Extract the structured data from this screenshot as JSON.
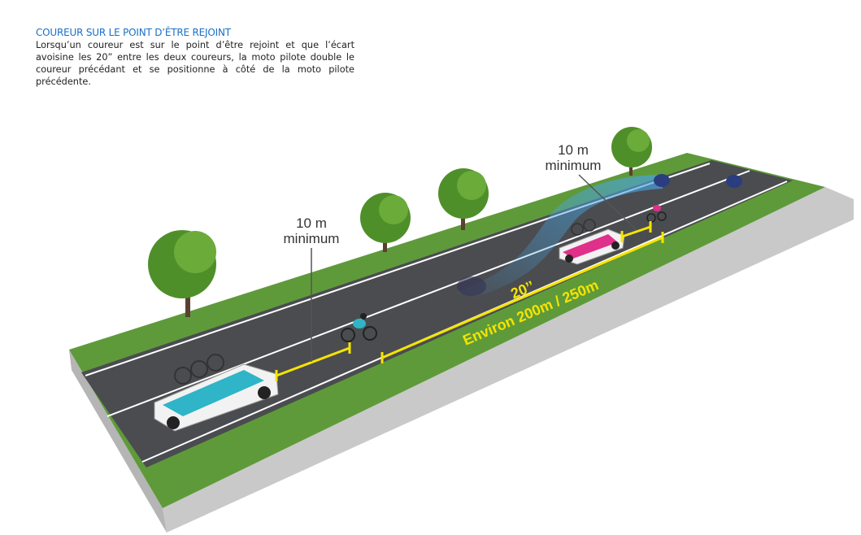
{
  "header": {
    "title": "COUREUR SUR LE POINT D’ÊTRE REJOINT",
    "body": "Lorsqu’un coureur est sur le point d’être rejoint et que l’écart avoisine les 20” entre les deux coureurs, la moto pilote double le coureur précédant et se positionne à côté de la moto pilote précédente."
  },
  "diagram": {
    "label_near": {
      "line1": "10 m",
      "line2": "minimum"
    },
    "label_far": {
      "line1": "10 m",
      "line2": "minimum"
    },
    "gap_time": "20’’",
    "gap_distance": "Environ 200m / 250m",
    "colors": {
      "title": "#1a6fc8",
      "road": "#4a4c50",
      "grass": "#5f9a3a",
      "measure": "#f5e400",
      "path": "#4aa3e0"
    }
  }
}
